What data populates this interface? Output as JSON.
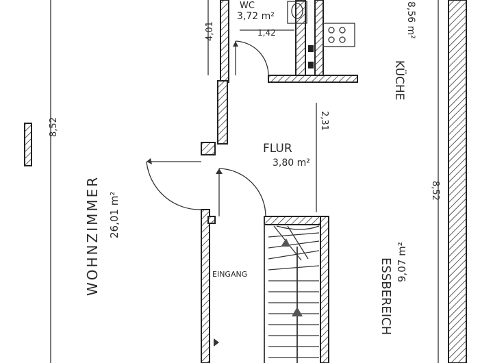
{
  "rooms": {
    "wc": {
      "name": "WC",
      "area": "3,72 m²",
      "width": "1,42",
      "depth": "4,01"
    },
    "kueche": {
      "name": "KÜCHE",
      "area": "8,56 m²"
    },
    "flur": {
      "name": "FLUR",
      "area": "3,80 m²",
      "width": "2,31"
    },
    "wohnzimmer": {
      "name": "WOHNZIMMER",
      "area": "26,01 m²",
      "length": "8,52"
    },
    "essbereich": {
      "name": "ESSBEREICH",
      "area": "9,07 m²",
      "length": "8,52"
    }
  },
  "labels": {
    "eingang": "EINGANG"
  }
}
